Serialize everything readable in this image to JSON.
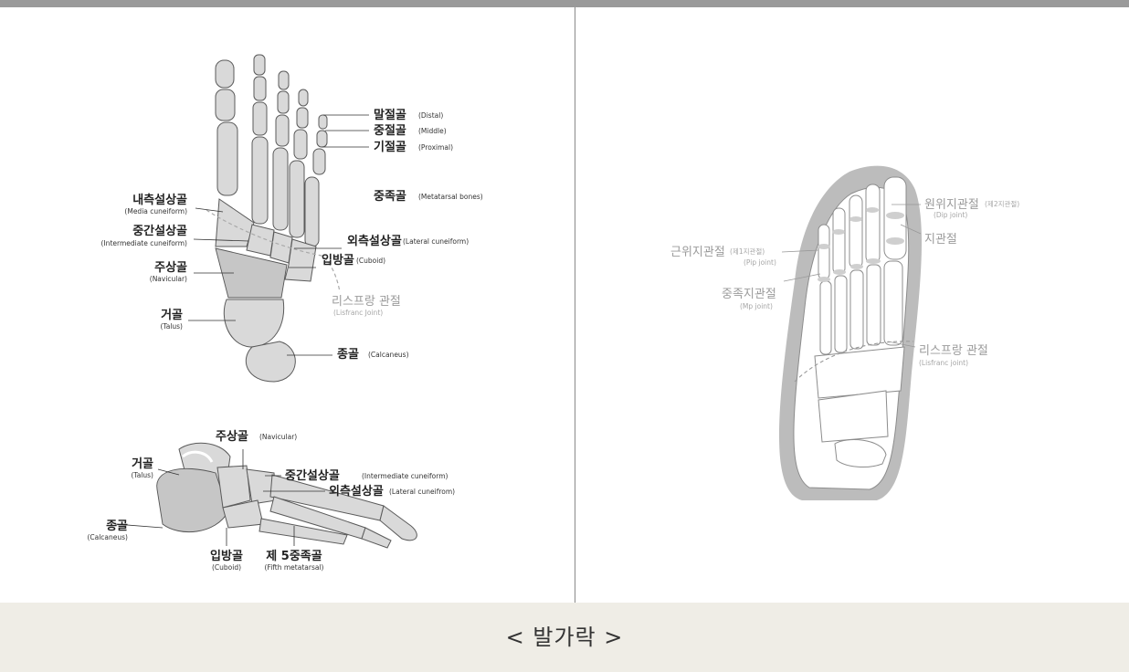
{
  "caption": "< 발가락 >",
  "left_top": {
    "labels": {
      "distal_ko": "말절골",
      "distal_en": "(Distal)",
      "middle_ko": "중절골",
      "middle_en": "(Middle)",
      "proximal_ko": "기절골",
      "proximal_en": "(Proximal)",
      "metatarsal_ko": "중족골",
      "metatarsal_en": "(Metatarsal bones)",
      "medial_cun_ko": "내측설상골",
      "medial_cun_en": "(Media cuneiform)",
      "inter_cun_ko": "중간설상골",
      "inter_cun_en": "(Intermediate cuneiform)",
      "lateral_cun_ko": "외측설상골",
      "lateral_cun_en": "(Lateral cuneiform)",
      "cuboid_ko": "입방골",
      "cuboid_en": "(Cuboid)",
      "navicular_ko": "주상골",
      "navicular_en": "(Navicular)",
      "lisfranc_ko": "리스프랑 관절",
      "lisfranc_en": "(Lisfranc Joint)",
      "talus_ko": "거골",
      "talus_en": "(Talus)",
      "calcaneus_ko": "종골",
      "calcaneus_en": "(Calcaneus)"
    }
  },
  "left_bottom": {
    "labels": {
      "navicular_ko": "주상골",
      "navicular_en": "(Navicular)",
      "talus_ko": "거골",
      "talus_en": "(Talus)",
      "inter_cun_ko": "중간설상골",
      "inter_cun_en": "(Intermediate cuneiform)",
      "lateral_cun_ko": "외측설상골",
      "lateral_cun_en": "(Lateral cuneifrom)",
      "calcaneus_ko": "종골",
      "calcaneus_en": "(Calcaneus)",
      "cuboid_ko": "입방골",
      "cuboid_en": "(Cuboid)",
      "fifth_ko": "제 5중족골",
      "fifth_en": "(Fifth metatarsal)"
    }
  },
  "right": {
    "labels": {
      "dip_ko": "원위지관절",
      "dip_sub": "(제2지관절)",
      "dip_en": "(Dip joint)",
      "joint_ko": "지관절",
      "pip_ko": "근위지관절",
      "pip_sub": "(제1지관절)",
      "pip_en": "(Pip joint)",
      "mp_ko": "중족지관절",
      "mp_en": "(Mp joint)",
      "lisfranc_ko": "리스프랑 관절",
      "lisfranc_en": "(Lisfranc joint)"
    }
  }
}
